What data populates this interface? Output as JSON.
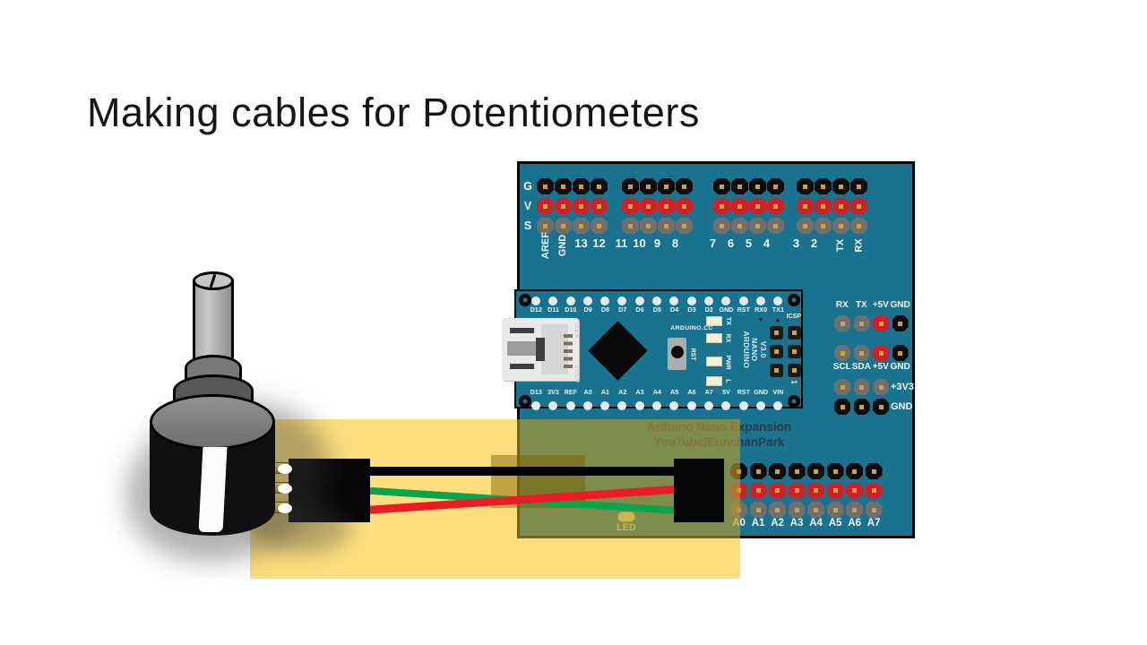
{
  "slide": {
    "title": "Making cables for Potentiometers"
  },
  "board": {
    "gvs": [
      "G",
      "V",
      "S"
    ],
    "top": {
      "g1": [
        "AREF",
        "GND",
        "13",
        "12"
      ],
      "g2": [
        "11",
        "10",
        "9",
        "8"
      ],
      "g3": [
        "7",
        "6",
        "5",
        "4"
      ],
      "g4": [
        "3",
        "2",
        "TX",
        "RX"
      ]
    },
    "right": {
      "serial": [
        "RX",
        "TX",
        "+5V",
        "GND"
      ],
      "i2c": [
        "SCL",
        "SDA",
        "+5V",
        "GND"
      ],
      "v33": "+3V3",
      "gnd": "GND"
    },
    "analog": [
      "A0",
      "A1",
      "A2",
      "A3",
      "A4",
      "A5",
      "A6",
      "A7"
    ],
    "led": "LED",
    "caption1": "Arduino Nano Expansion",
    "caption2": "YouTube/EunchanPark"
  },
  "nano": {
    "top_pins": [
      "D12",
      "D11",
      "D10",
      "D9",
      "D8",
      "D7",
      "D6",
      "D5",
      "D4",
      "D3",
      "D2",
      "GND",
      "RST",
      "RX0",
      "TX1"
    ],
    "bottom_pins": [
      "D13",
      "3V3",
      "REF",
      "A0",
      "A1",
      "A2",
      "A3",
      "A4",
      "A5",
      "A6",
      "A7",
      "5V",
      "RST",
      "GND",
      "VIN"
    ],
    "brand": "ARDUINO.CC",
    "model_lines": [
      "ARDUINO",
      "NANO",
      "V3.0"
    ],
    "icsp": "ICSP",
    "pin1": "1",
    "rst": "RST",
    "leds": [
      "TX",
      "RX",
      "PWR",
      "L"
    ],
    "usb1": "USA",
    "usb2": "2009",
    "tri_down": "▼",
    "tri_up": "▲"
  },
  "colors": {
    "board_teal": "#19738F",
    "pin_black": "#0B0B0B",
    "pin_red": "#D11F26",
    "pin_gray": "#6F6F6F",
    "pin_gold": "#C9A243",
    "label_white": "#F2F6F7",
    "overlay_yellow": "#FCDE7E",
    "overlay_olive": "rgba(182,154,42,0.65)",
    "overlay_brown": "rgba(120,90,0,0.45)",
    "wire_black": "#000000",
    "wire_red": "#EC1C24",
    "wire_green": "#0AA54B",
    "connector": "#060606",
    "caption": "#2E3A4A",
    "led_pale": "#EDE4A5"
  }
}
